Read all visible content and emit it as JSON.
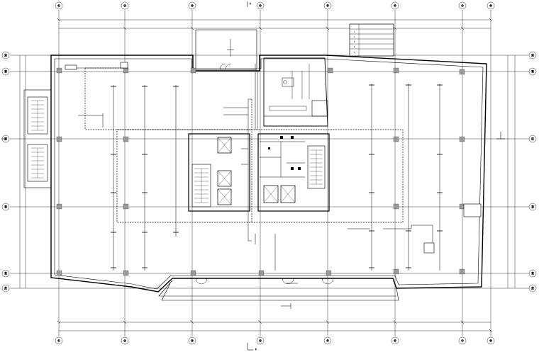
{
  "grid": {
    "columns": [
      "①",
      "②",
      "③",
      "④",
      "⑤",
      "⑥",
      "⑦",
      "⑧"
    ],
    "rows": [
      "Ⓐ",
      "Ⓑ",
      "Ⓒ",
      "Ⓓ",
      "Ⓔ",
      "Ⓕ"
    ]
  },
  "legend": {
    "rows": [
      {
        "no": "1",
        "text": ""
      },
      {
        "no": "2",
        "text": ""
      },
      {
        "no": "3",
        "text": ""
      },
      {
        "no": "4",
        "text": ""
      },
      {
        "no": "5",
        "text": ""
      }
    ]
  },
  "section_marks": {
    "top": "1",
    "bottom": "1"
  },
  "colors": {
    "ink": "#000000",
    "column_fill": "#9a9a9a",
    "background": "#ffffff"
  }
}
